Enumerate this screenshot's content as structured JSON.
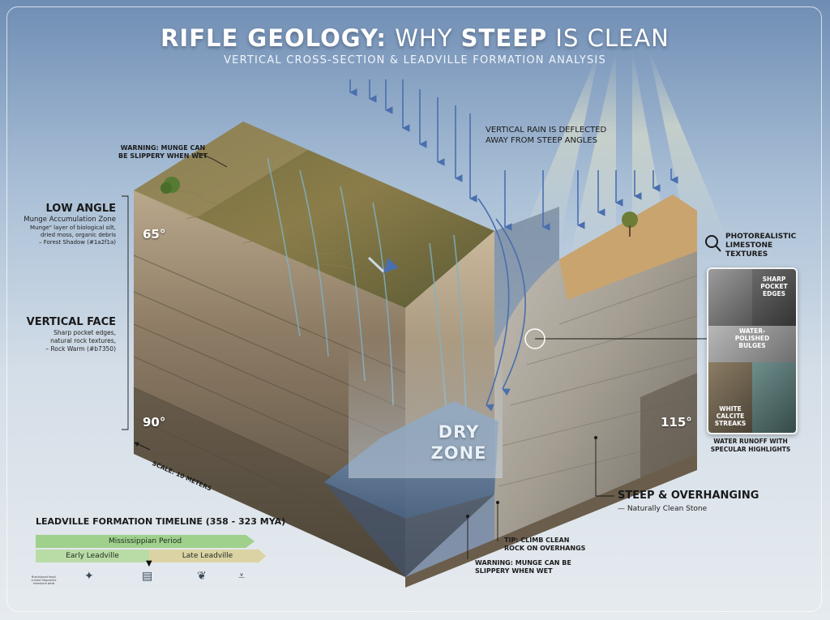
{
  "title": {
    "bold1": "RIFLE GEOLOGY:",
    "light1": " WHY ",
    "bold2": "STEEP",
    "light2": " IS CLEAN"
  },
  "subtitle": "VERTICAL CROSS-SECTION & LEADVILLE FORMATION ANALYSIS",
  "callouts": {
    "warning_top": "WARNING: MUNGE CAN\nBE SLIPPERY WHEN WET",
    "rain": "VERTICAL RAIN IS DEFLECTED\nAWAY FROM STEEP ANGLES",
    "tip": "TIP: CLIMB CLEAN\nROCK ON OVERHANGS",
    "warning_bottom": "WARNING: MUNGE CAN BE\nSLIPPERY WHEN WET"
  },
  "low_angle": {
    "heading": "LOW ANGLE",
    "sub": "Munge Accumulation Zone",
    "desc": "Munge\" layer of biological silt,\ndried moss, organic debris\n– Forest Shadow (#1a2f1a)"
  },
  "vertical_face": {
    "heading": "VERTICAL FACE",
    "desc": "Sharp pocket edges,\nnatural rock textures,\n– Rock Warm (#b7350)"
  },
  "steep": {
    "heading": "STEEP & OVERHANGING",
    "sub": "— Naturally Clean Stone"
  },
  "angles": {
    "a65": "65°",
    "a90": "90°",
    "a115": "115°"
  },
  "dry_zone": "DRY\nZONE",
  "scale": "SCALE: 10 METERS",
  "textures": {
    "heading": "PHOTOREALISTIC\nLIMESTONE\nTEXTURES",
    "cells": [
      "SHARP\nPOCKET\nEDGES",
      "WATER-\nPOLISHED\nBULGES",
      "WHITE\nCALCITE\nSTREAKS"
    ],
    "caption": "WATER RUNOFF WITH\nSPECULAR HIGHLIGHTS"
  },
  "timeline": {
    "title": "LEADVILLE FORMATION TIMELINE (358 - 323 MYA)",
    "period": "Mississippian Period",
    "early": "Early Leadville",
    "late": "Late Leadville",
    "mini_text": "Brachiopod fossil\ncrinoid fragments\nlimestone beds"
  },
  "colors": {
    "forest_shadow": "#1a2f1a",
    "rock_warm": "#b7350",
    "period_bar": "#9fd08c",
    "early_bar": "#b9dca6",
    "late_bar": "#dcd3a4"
  }
}
